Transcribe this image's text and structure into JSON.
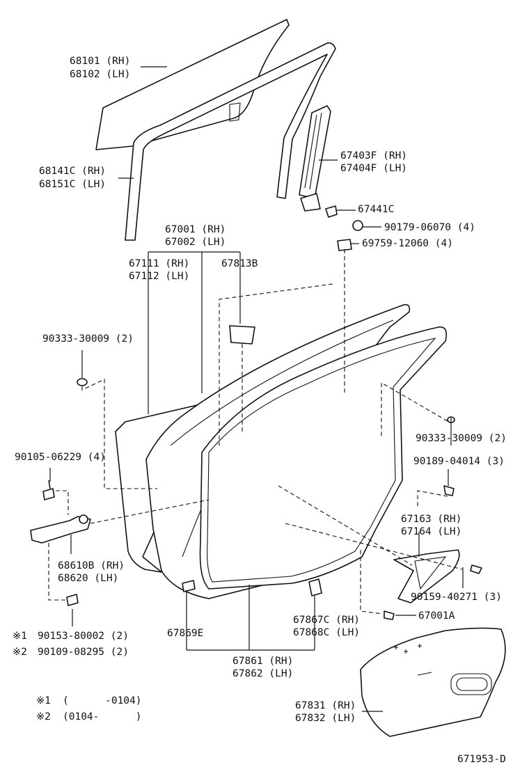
{
  "callouts": {
    "glass": [
      "68101 (RH)",
      "68102 (LH)"
    ],
    "run_channel": [
      "68141C (RH)",
      "68151C (LH)"
    ],
    "division_bar": [
      "67403F (RH)",
      "67404F (LH)"
    ],
    "bracket": "67441C",
    "nut": "90179-06070 (4)",
    "clip_69759": "69759-12060 (4)",
    "door_panel": [
      "67001 (RH)",
      "67002 (LH)"
    ],
    "outer_panel": [
      "67111 (RH)",
      "67112 (LH)"
    ],
    "patch": "67813B",
    "plug_left": "90333-30009 (2)",
    "plug_right": "90333-30009 (2)",
    "bolt_left": "90105-06229 (4)",
    "clip_right": "90189-04014 (3)",
    "check": [
      "68610B (RH)",
      "68620  (LH)"
    ],
    "reinforcement": [
      "67163 (RH)",
      "67164 (LH)"
    ],
    "screw_right": "90159-40271 (3)",
    "clip_67001a": "67001A",
    "weatherstrip_clip": [
      "67867C (RH)",
      "67868C (LH)"
    ],
    "clip_67869e": "67869E",
    "weatherstrip": [
      "67861 (RH)",
      "67862 (LH)"
    ],
    "service_hole_cover": [
      "67831 (RH)",
      "67832 (LH)"
    ]
  },
  "footnote_parts": [
    {
      "mark": "※1",
      "part": "90153-80002 (2)"
    },
    {
      "mark": "※2",
      "part": "90109-08295 (2)"
    }
  ],
  "legend": [
    {
      "mark": "※1",
      "range": "(      -0104)"
    },
    {
      "mark": "※2",
      "range": "(0104-      )"
    }
  ],
  "figure_code": "671953-D"
}
